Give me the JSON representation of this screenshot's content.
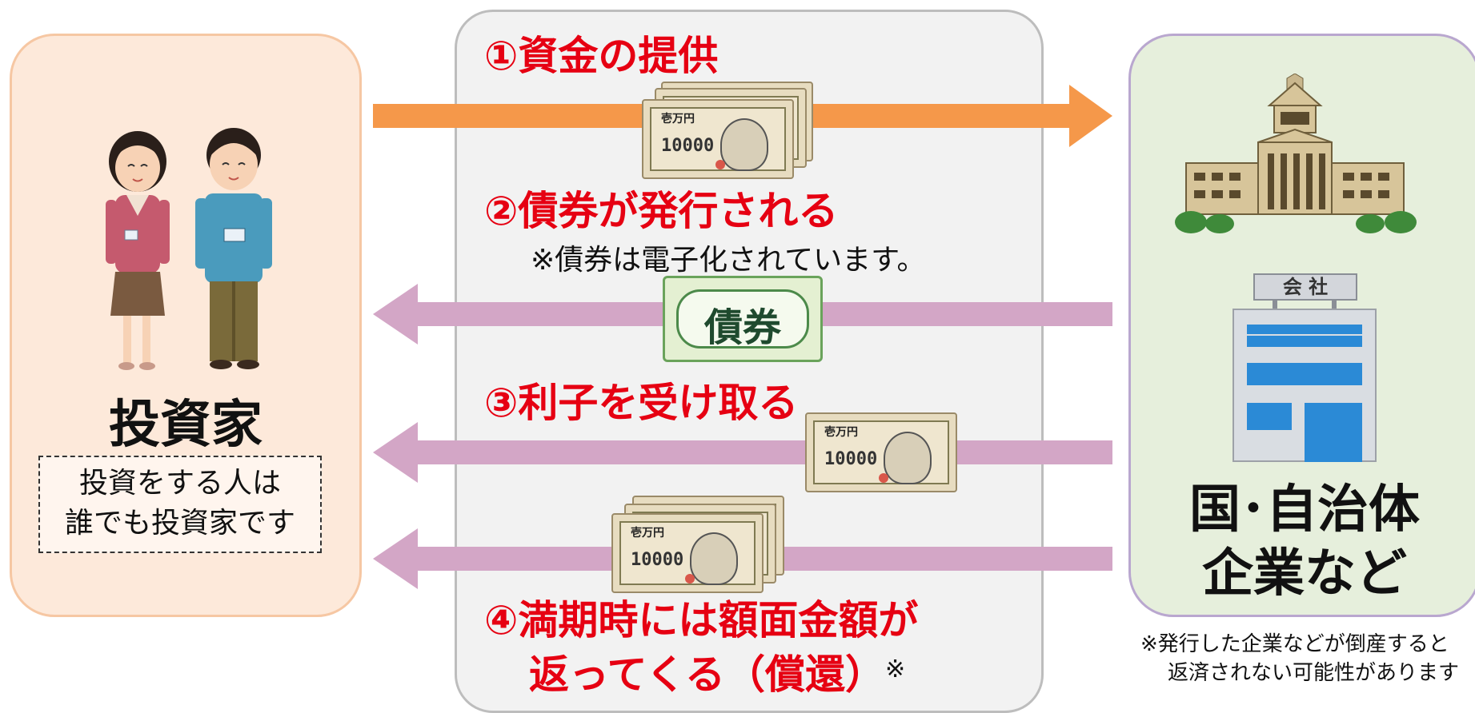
{
  "investor": {
    "title": "投資家",
    "note_line1": "投資をする人は",
    "note_line2": "誰でも投資家です"
  },
  "issuer": {
    "title_line1": "国･自治体",
    "title_line2": "企業など",
    "company_sign": "会 社",
    "note_line1": "※発行した企業などが倒産すると",
    "note_line2": "返済されない可能性があります"
  },
  "steps": {
    "step1": "①資金の提供",
    "step2": "②債券が発行される",
    "step2_note": "※債券は電子化されています。",
    "step3": "③利子を受け取る",
    "step4_line1": "④満期時には額面金額が",
    "step4_line2": "返ってくる（償還）",
    "step4_mark": "※"
  },
  "bill": {
    "denomination_label": "壱万円",
    "number": "10000"
  },
  "bond_label": "債券",
  "colors": {
    "orange_arrow": "#f5984a",
    "purple_arrow": "#d3a6c6",
    "step_red": "#e60012",
    "investor_bg": "#fde9da",
    "issuer_bg": "#e6efdc",
    "middle_bg": "#f2f2f2"
  }
}
